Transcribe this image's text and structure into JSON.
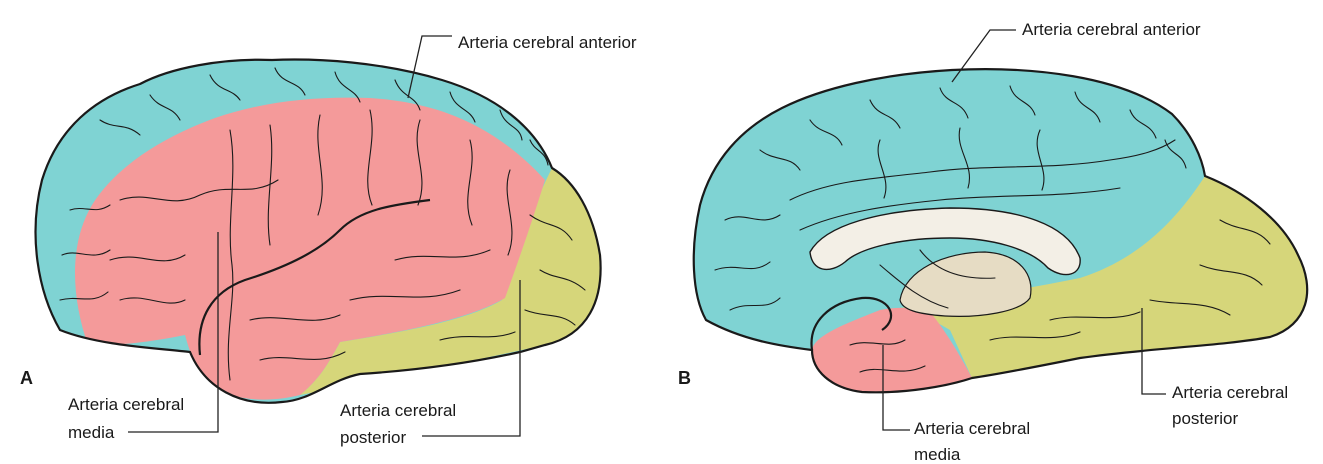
{
  "colors": {
    "anterior": "#7fd3d3",
    "media": "#f49a9a",
    "posterior": "#d6d67a",
    "ventricle": "#f3efe6",
    "thalamus": "#e6dcc4",
    "background": "#ffffff"
  },
  "panel_a": {
    "letter": "A",
    "label_anterior": "Arteria cerebral anterior",
    "label_media_line1": "Arteria cerebral",
    "label_media_line2": "media",
    "label_posterior_line1": "Arteria cerebral",
    "label_posterior_line2": "posterior"
  },
  "panel_b": {
    "letter": "B",
    "label_anterior": "Arteria cerebral anterior",
    "label_media_line1": "Arteria cerebral",
    "label_media_line2": "media",
    "label_posterior_line1": "Arteria cerebral",
    "label_posterior_line2": "posterior"
  }
}
